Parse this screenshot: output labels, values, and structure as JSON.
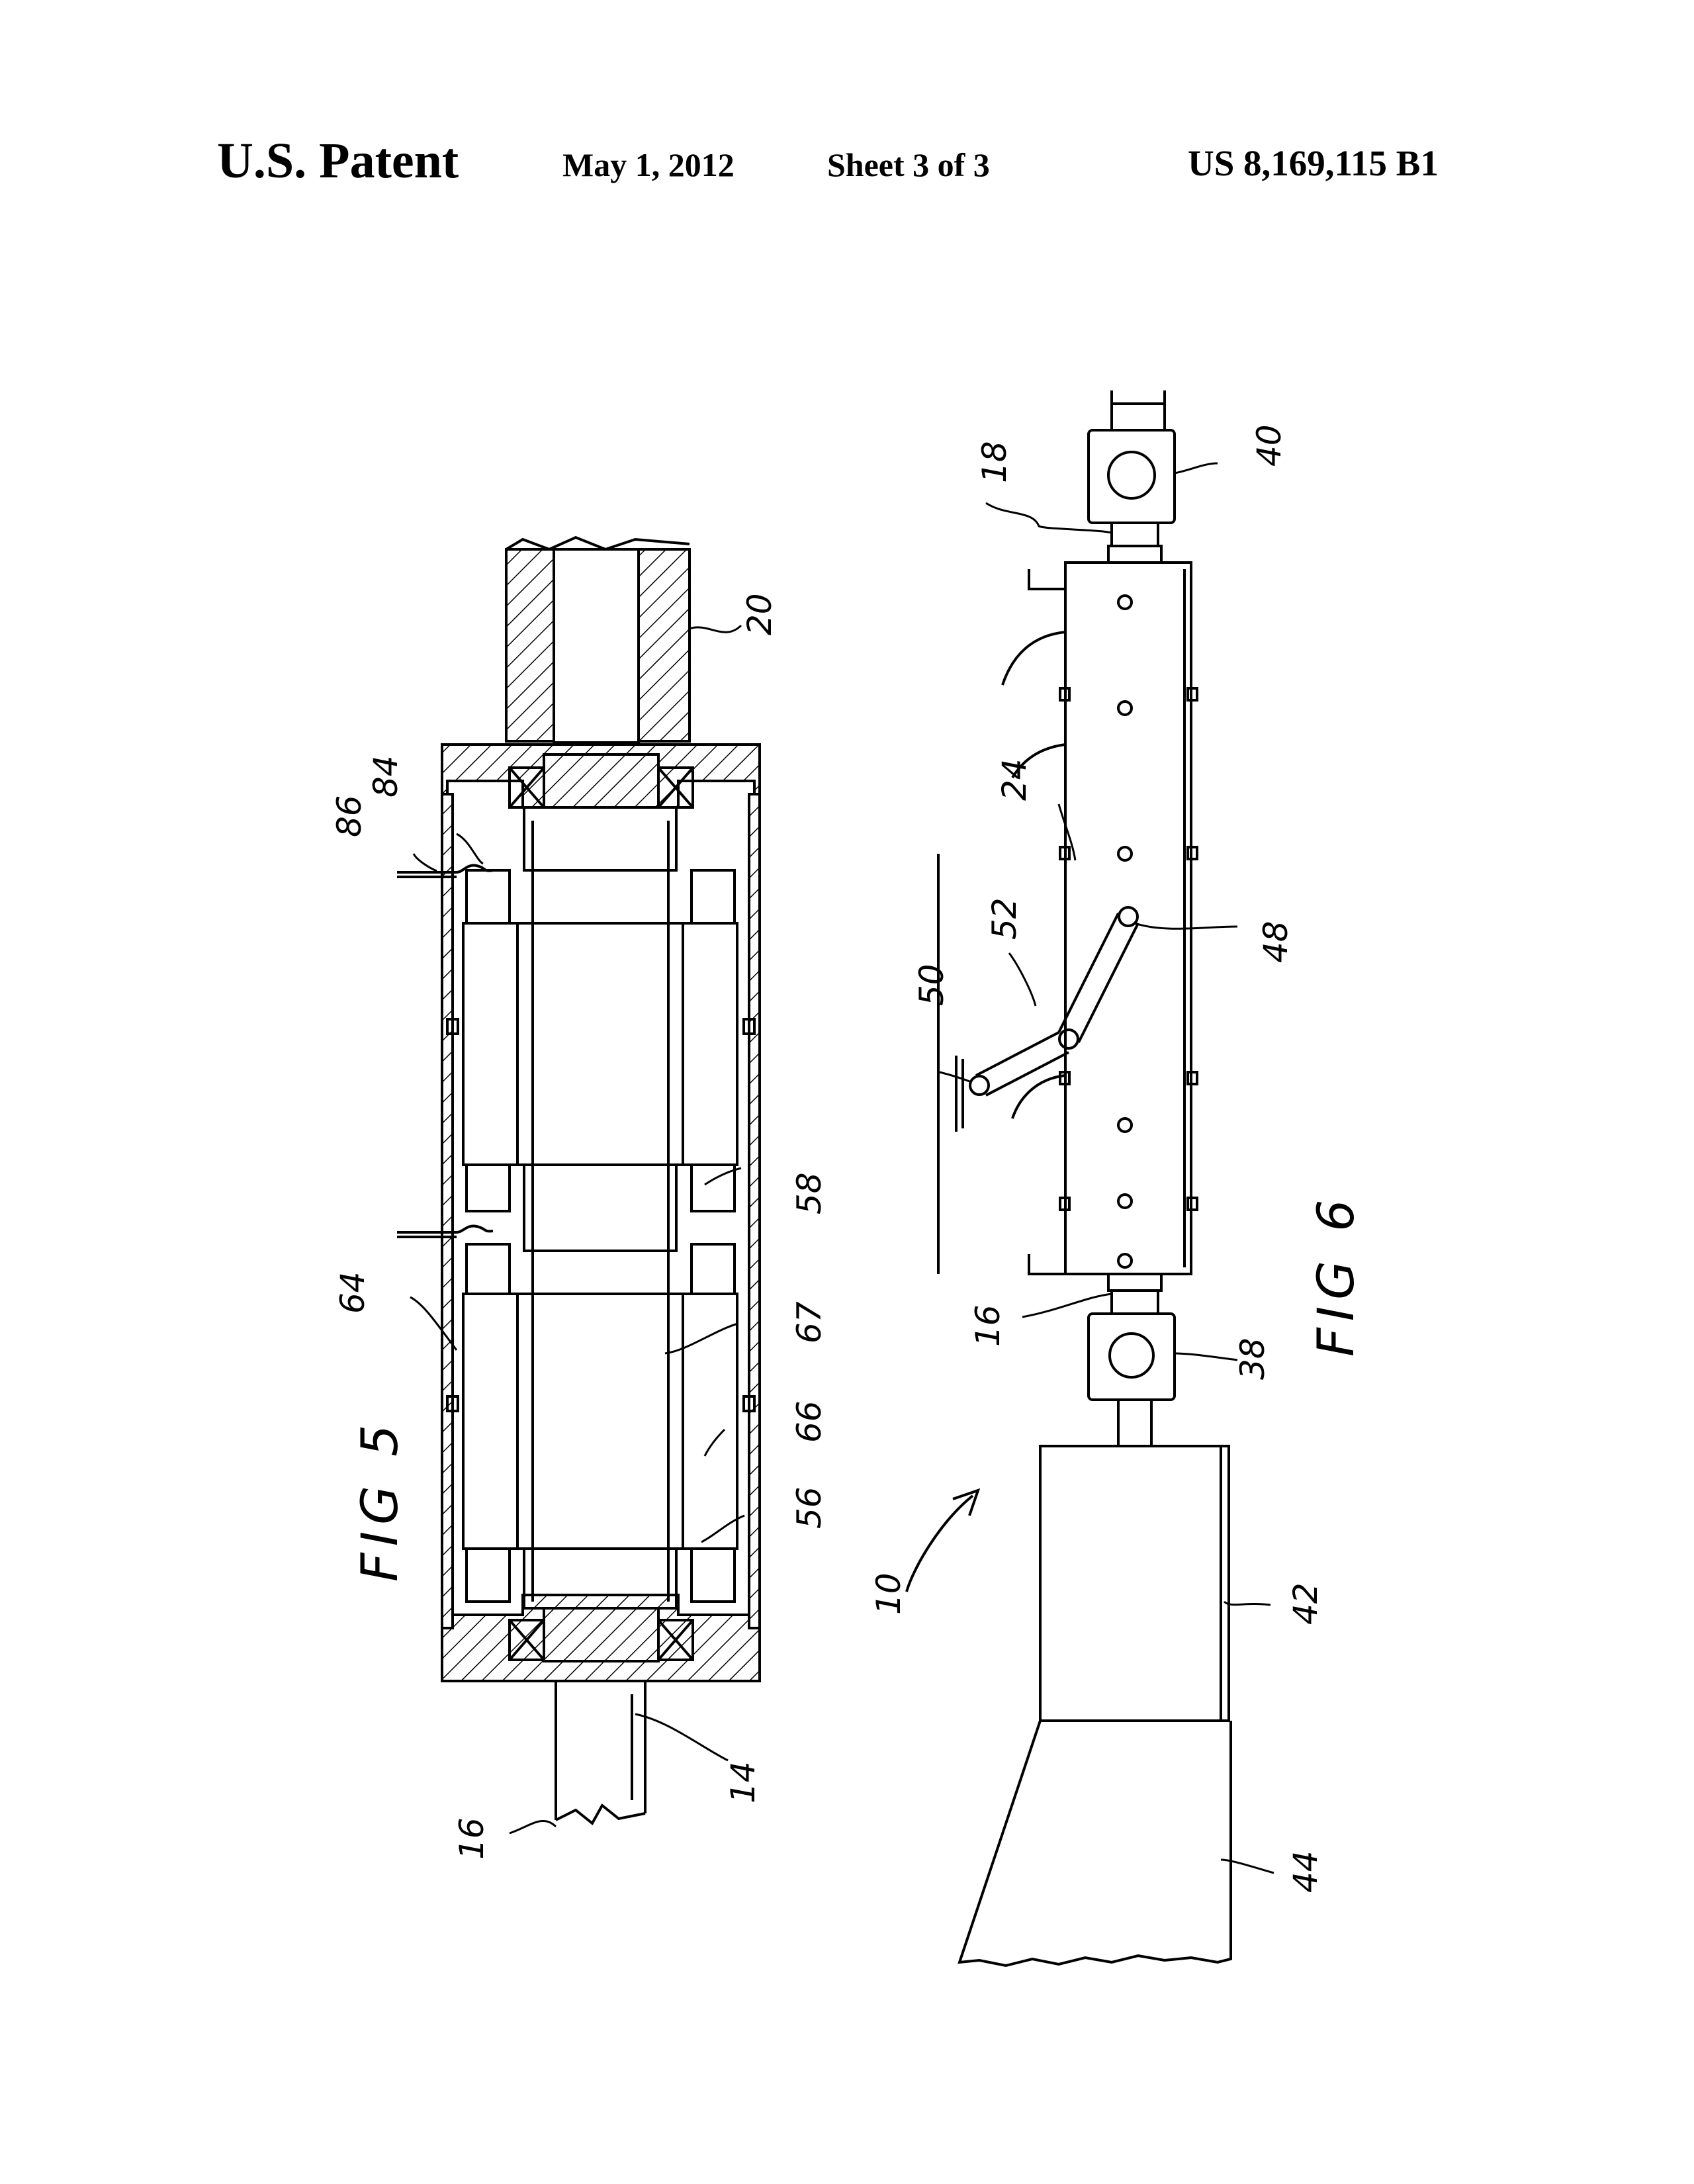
{
  "header": {
    "title": "U.S. Patent",
    "date": "May 1, 2012",
    "sheet": "Sheet 3 of 3",
    "patent_number": "US 8,169,115 B1"
  },
  "figures": {
    "fig5": {
      "caption": "FIG 5",
      "refs": {
        "r20": "20",
        "r84": "84",
        "r86": "86",
        "r58": "58",
        "r64": "64",
        "r67": "67",
        "r66": "66",
        "r56": "56",
        "r14": "14",
        "r16": "16"
      }
    },
    "fig6": {
      "caption": "FIG 6",
      "refs": {
        "r18": "18",
        "r40": "40",
        "r24": "24",
        "r52": "52",
        "r50": "50",
        "r48": "48",
        "r16": "16",
        "r38": "38",
        "r10": "10",
        "r42": "42",
        "r44": "44"
      }
    }
  }
}
